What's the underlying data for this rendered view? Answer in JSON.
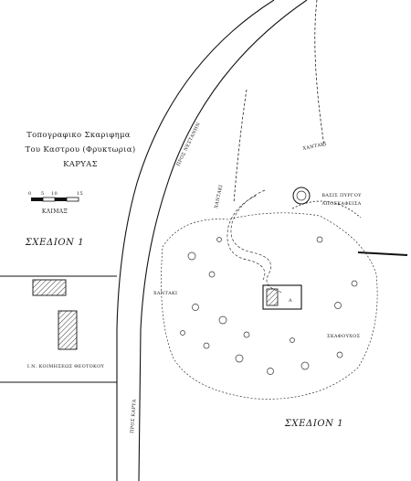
{
  "title": {
    "line1": "Τοπογραφικο Σκαριφημα",
    "line2": "Του Καστρου (Φρυκτωρια)",
    "line3": "ΚΑΡΥΑΣ"
  },
  "scale": {
    "ticks": [
      "0",
      "5",
      "10",
      "15"
    ],
    "label": "ΚΛΙΜΑΞ"
  },
  "figure_label_left": "ΣΧΕΔΙΟΝ 1",
  "figure_label_bottom": "ΣΧΕΔΙΟΝ 1",
  "labels": {
    "road_north": "ΠΡΟΣ ΝΕΣΤΑΝΗΝ",
    "road_south": "ΠΡΟΣ ΚΑΡΥΑ",
    "trench_left": "ΧΑΝΤΑΚΙ",
    "trench_lower": "ΧΑΝΤΑΚΙ",
    "trench_top": "ΧΑΝΤΑΚΙ",
    "tower_base_line1": "ΒΑΣΙΣ ΠΥΡΓΟΥ",
    "tower_base_line2": "ΑΠΟΣΚΑΦΕΙΣΑ",
    "room_letter": "Α",
    "storage": "ΣΚΑΦΟΥΧΟΣ",
    "church": "Ι.Ν. ΚΟΙΜΗΣΕΩΣ ΘΕΟΤΟΚΟΥ"
  }
}
